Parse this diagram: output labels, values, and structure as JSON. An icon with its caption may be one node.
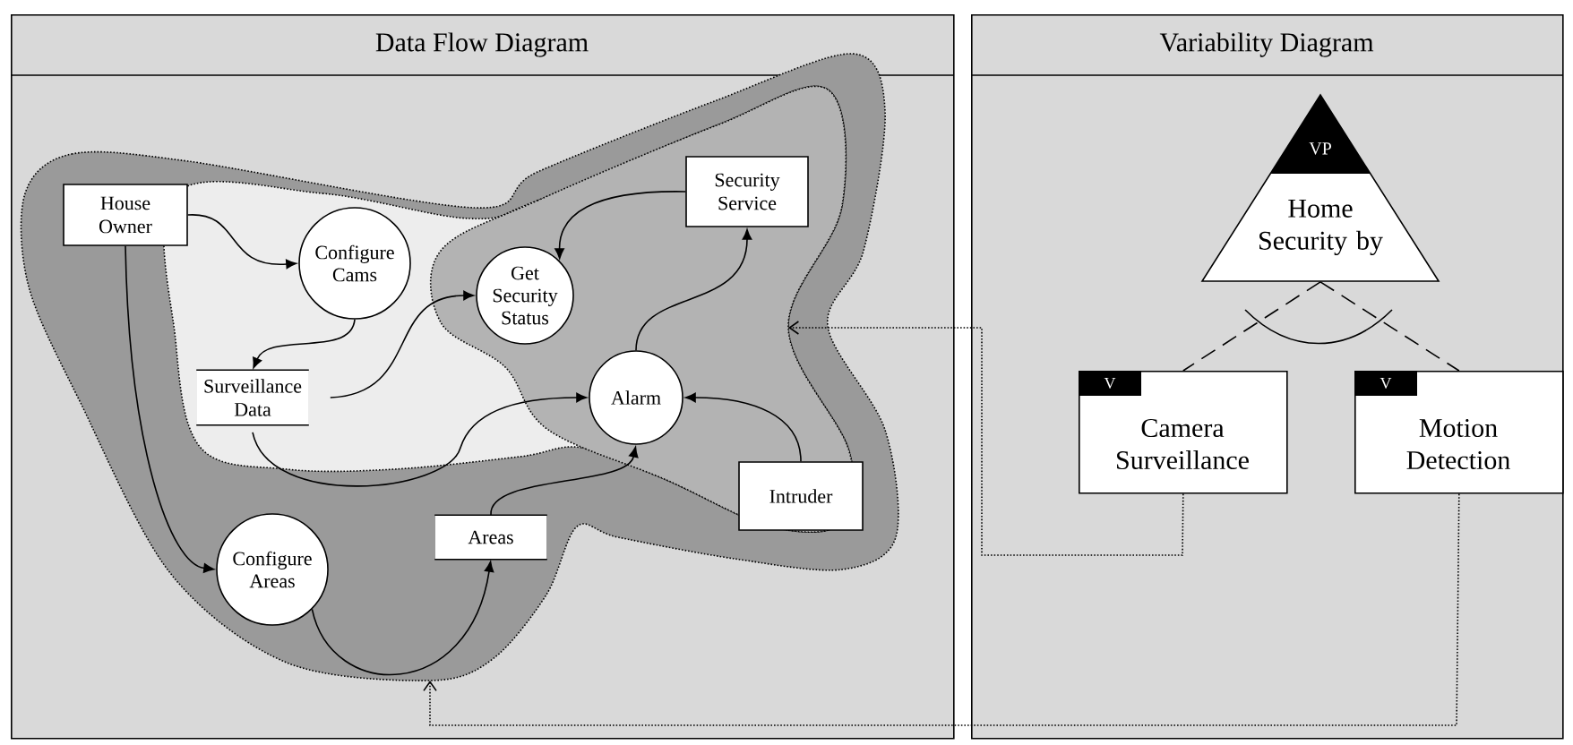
{
  "diagram": {
    "nodes": [
      {
        "text": [
          "Data Flow Diagram"
        ]
      },
      {
        "text": [
          "Variability Diagram"
        ]
      },
      {
        "text": [
          "House Owner"
        ],
        "in": 0
      },
      {
        "text": [
          "Configure Cams"
        ],
        "in": 0
      },
      {
        "text": [
          "Security Service"
        ],
        "in": 0
      },
      {
        "text": [
          "Get Security Status"
        ],
        "in": 0
      },
      {
        "text": [
          "Surveillance Data"
        ],
        "in": 0
      },
      {
        "text": [
          "Alarm"
        ],
        "in": 0
      },
      {
        "text": [
          "Intruder"
        ],
        "in": 0
      },
      {
        "text": [
          "Configure Areas"
        ],
        "in": 0
      },
      {
        "text": [
          "Areas"
        ],
        "in": 0
      },
      {
        "text": [
          "VP",
          "Home Security by"
        ],
        "in": 1
      },
      {
        "text": [
          "V",
          "Camera Surveillance"
        ],
        "in": 1
      },
      {
        "text": [
          "V",
          "Motion Detection"
        ],
        "in": 1
      }
    ],
    "edges": [
      {
        "from": 2,
        "to": 3,
        "arrow": "to"
      },
      {
        "from": 2,
        "to": 9,
        "arrow": "to"
      },
      {
        "from": 3,
        "to": 6,
        "arrow": "to"
      },
      {
        "from": 6,
        "to": 5,
        "arrow": "to"
      },
      {
        "from": 4,
        "to": 5,
        "arrow": "to"
      },
      {
        "from": 7,
        "to": 4,
        "arrow": "to"
      },
      {
        "from": 6,
        "to": 7,
        "arrow": "to"
      },
      {
        "from": 8,
        "to": 7,
        "arrow": "to"
      },
      {
        "from": 10,
        "to": 7,
        "arrow": "to"
      },
      {
        "from": 9,
        "to": 10,
        "arrow": "to"
      },
      {
        "from": 11,
        "to": 12,
        "arrow": "none",
        "style": "dashed"
      },
      {
        "from": 11,
        "to": 13,
        "arrow": "none",
        "style": "dashed"
      },
      {
        "from": 12,
        "to": null,
        "arrow": "to",
        "style": "dashed"
      },
      {
        "from": 13,
        "to": null,
        "arrow": "to",
        "style": "dashed"
      }
    ]
  }
}
